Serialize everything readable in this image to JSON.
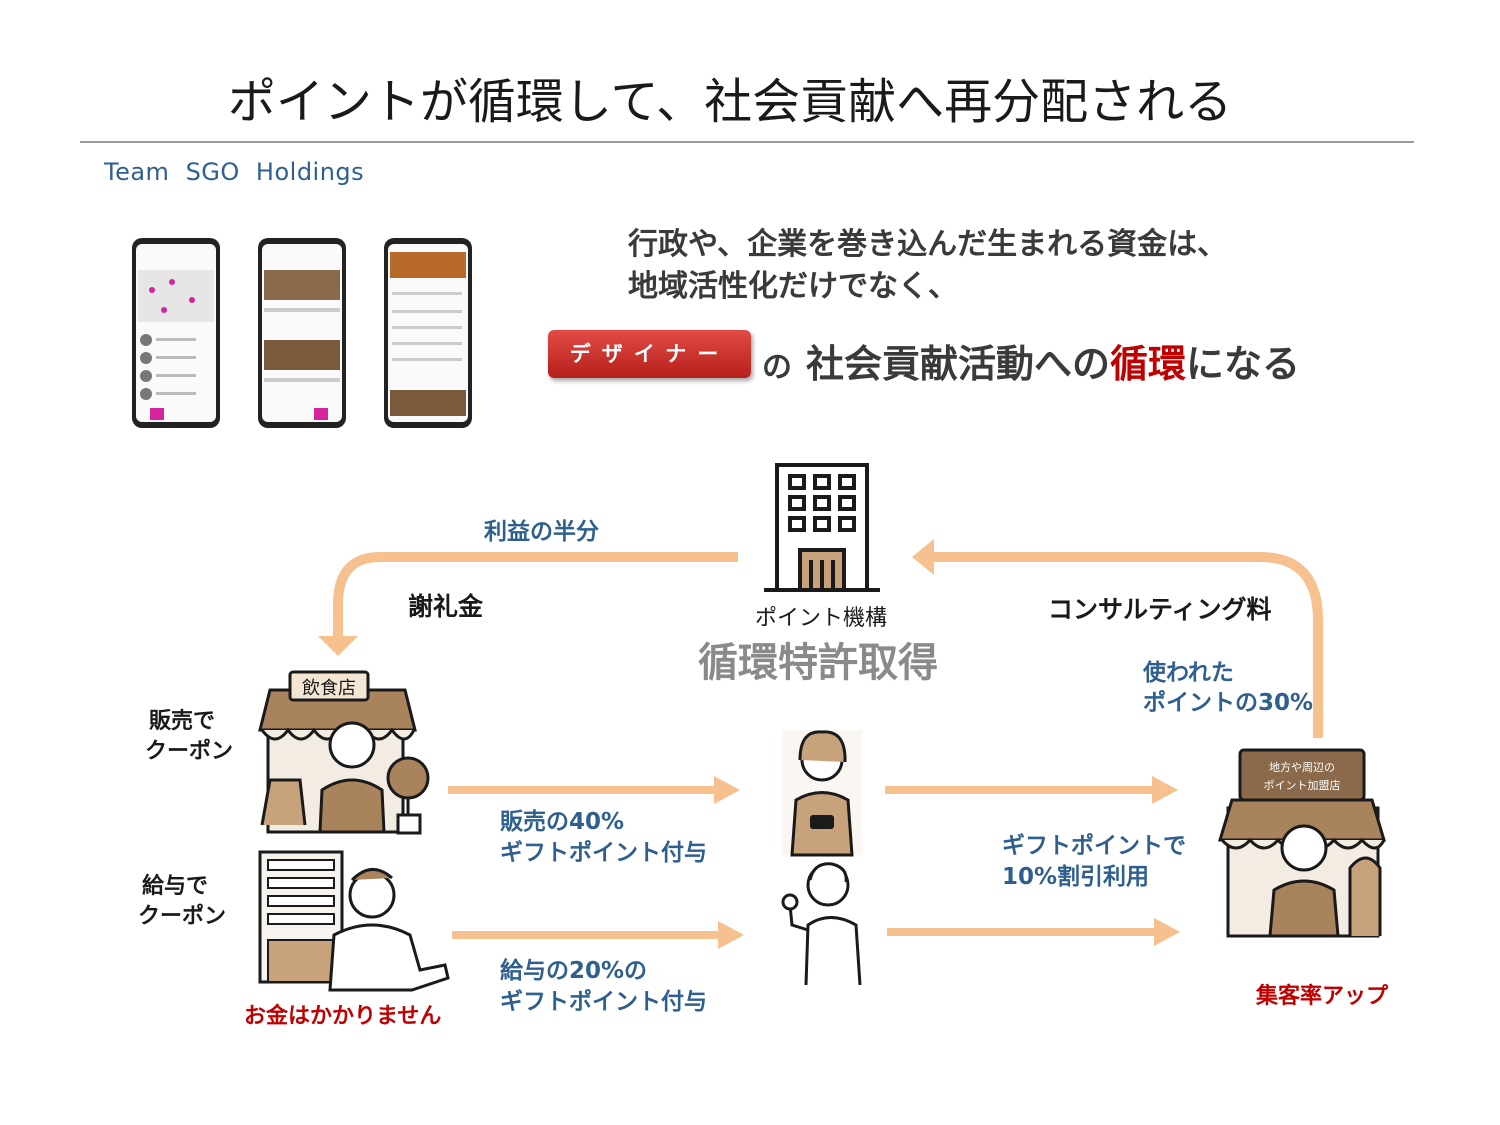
{
  "title": "ポイントが循環して、社会貢献へ再分配される",
  "team": "Team SGO Holdings",
  "headline": {
    "line1": "行政や、企業を巻き込んだ生まれる資金は、",
    "line2": "地域活性化だけでなく、",
    "badge": "デザイナー",
    "particle": "の",
    "part_a": "社会貢献活動への",
    "part_red": "循環",
    "part_b": "になる"
  },
  "center": {
    "org_label": "ポイント機構",
    "patent": "循環特許取得",
    "sign_restaurant": "飲食店",
    "sign_store": "地方や周辺の\nポイント加盟店"
  },
  "flows": {
    "profit_half": "利益の半分",
    "reward": "謝礼金",
    "consulting": "コンサルティング料",
    "used_points_1": "使われた",
    "used_points_2": "ポイントの30%",
    "sales_coupon_1": "販売で",
    "sales_coupon_2": "クーポン",
    "salary_coupon_1": "給与で",
    "salary_coupon_2": "クーポン",
    "sales_gift_1": "販売の40%",
    "sales_gift_2": "ギフトポイント付与",
    "salary_gift_1": "給与の20%の",
    "salary_gift_2": "ギフトポイント付与",
    "gift_discount_1": "ギフトポイントで",
    "gift_discount_2": "10%割引利用",
    "no_cost": "お金はかかりません",
    "attract": "集客率アップ"
  },
  "colors": {
    "arrow": "#f7c08f",
    "blue_text": "#2f5f8f",
    "red_text": "#c00000",
    "brown": "#a9835c",
    "badge_red": "#c8302b"
  }
}
